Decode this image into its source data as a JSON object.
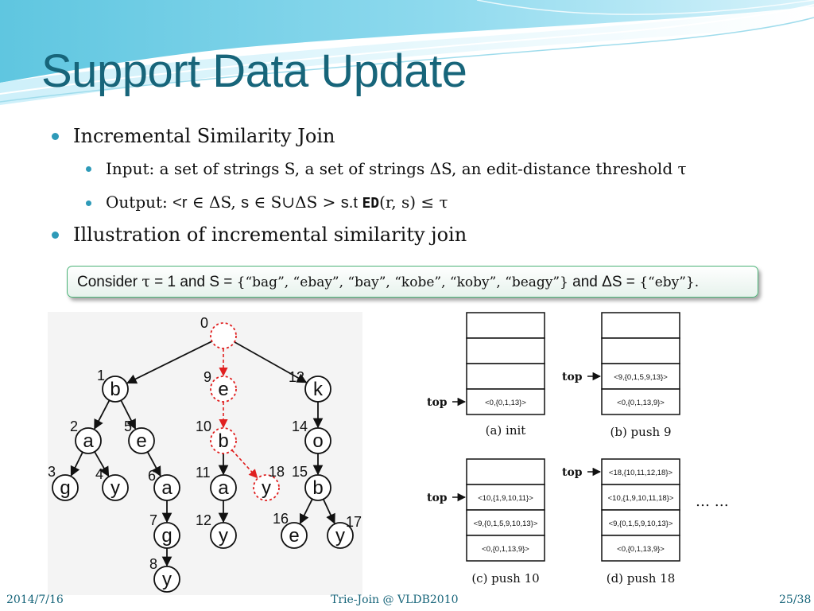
{
  "slide": {
    "title": "Support Data Update",
    "bullets": [
      {
        "text": "Incremental Similarity Join"
      },
      {
        "text": "Input:  a set of strings S, a set of strings ΔS, an edit-distance threshold τ"
      },
      {
        "text_a": "Output: ",
        "text_b": "<r",
        "text_c": " ∈ ΔS, ",
        "text_d": "s",
        "text_e": " ∈ S∪ΔS > ",
        "text_f": " s.t ",
        "text_g": "ED",
        "text_h": "(r, s) ≤ τ"
      },
      {
        "text": "Illustration of incremental similarity join"
      }
    ],
    "callout": {
      "text_a": "Consider ",
      "text_b": "τ",
      "text_c": " = 1 and S = ",
      "text_d": "{“bag”, “ebay”, “bay”, “kobe”, “koby”, “beagy”}",
      "text_e": " and ",
      "text_f": "ΔS = ",
      "text_g": " {“eby”}."
    }
  },
  "trie": {
    "nodes": [
      {
        "id": "0",
        "char": "",
        "highlighted": true
      },
      {
        "id": "1",
        "char": "b",
        "highlighted": false
      },
      {
        "id": "2",
        "char": "a",
        "highlighted": false
      },
      {
        "id": "3",
        "char": "g",
        "highlighted": false
      },
      {
        "id": "4",
        "char": "y",
        "highlighted": false
      },
      {
        "id": "5",
        "char": "e",
        "highlighted": false
      },
      {
        "id": "6",
        "char": "a",
        "highlighted": false
      },
      {
        "id": "7",
        "char": "g",
        "highlighted": false
      },
      {
        "id": "8",
        "char": "y",
        "highlighted": false
      },
      {
        "id": "9",
        "char": "e",
        "highlighted": true
      },
      {
        "id": "10",
        "char": "b",
        "highlighted": true
      },
      {
        "id": "11",
        "char": "a",
        "highlighted": false
      },
      {
        "id": "12",
        "char": "y",
        "highlighted": false
      },
      {
        "id": "18",
        "char": "y",
        "highlighted": true
      },
      {
        "id": "13",
        "char": "k",
        "highlighted": false
      },
      {
        "id": "14",
        "char": "o",
        "highlighted": false
      },
      {
        "id": "15",
        "char": "b",
        "highlighted": false
      },
      {
        "id": "16",
        "char": "e",
        "highlighted": false
      },
      {
        "id": "17",
        "char": "y",
        "highlighted": false
      }
    ],
    "highlight_color": "#e02020"
  },
  "stacks": [
    {
      "caption": "(a) init",
      "cells": [
        "",
        "",
        "",
        "<0,{0,1,13}>"
      ],
      "top_label": "top",
      "top_index": 3
    },
    {
      "caption": "(b) push 9",
      "cells": [
        "",
        "",
        "<9,{0,1,5,9,13}>",
        "<0,{0,1,13,9}>"
      ],
      "top_label": "top",
      "top_index": 2
    },
    {
      "caption": "(c) push 10",
      "cells": [
        "",
        "<10,{1,9,10,11}>",
        "<9,{0,1,5,9,10,13}>",
        "<0,{0,1,13,9}>"
      ],
      "top_label": "top",
      "top_index": 1
    },
    {
      "caption": "(d) push 18",
      "cells": [
        "<18,{10,11,12,18}>",
        "<10,{1,9,10,11,18}>",
        "<9,{0,1,5,9,10,13}>",
        "<0,{0,1,13,9}>"
      ],
      "top_label": "top",
      "top_index": 0
    }
  ],
  "stacks_more": "… …",
  "footer": {
    "date": "2014/7/16",
    "center": "Trie-Join @ VLDB2010",
    "page": "25/38"
  },
  "colors": {
    "title": "#17657a",
    "bullet": "#2e9ab8",
    "callout_border": "#4bb377"
  }
}
